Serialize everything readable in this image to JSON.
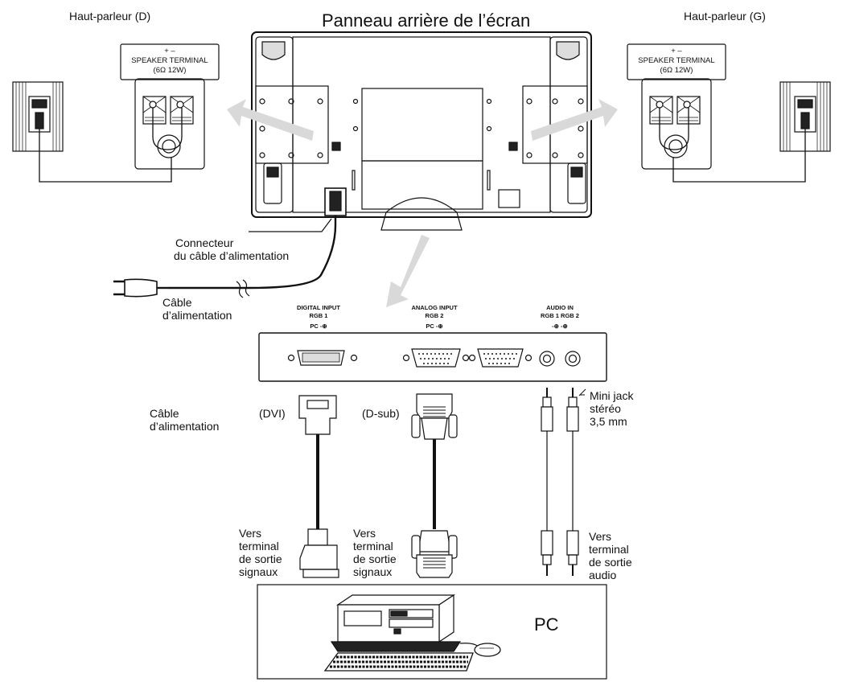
{
  "title": "Panneau arrière de l’écran",
  "speakers": {
    "right_label": "Haut-parleur (D)",
    "left_label": "Haut-parleur (G)",
    "terminal_polarity": "+  –",
    "terminal_name": "SPEAKER TERMINAL",
    "terminal_rating": "(6Ω 12W)"
  },
  "power": {
    "connector_label": [
      "Connecteur",
      "du câble d’alimentation"
    ],
    "cable_label": [
      "Câble",
      "d’alimentation"
    ]
  },
  "input_panel": {
    "digital": [
      "DIGITAL INPUT",
      "RGB 1",
      "PC -⊕"
    ],
    "analog": [
      "ANALOG INPUT",
      "RGB 2",
      "PC -⊕"
    ],
    "audio": [
      "AUDIO IN",
      "RGB 1  RGB 2",
      "-⊕    -⊕"
    ]
  },
  "cables": {
    "signal_cable_label": [
      "Câble",
      "d’alimentation"
    ],
    "dvi_label": "(DVI)",
    "dsub_label": "(D-sub)",
    "minijack_label": [
      "Mini jack",
      "stéréo",
      "3,5 mm"
    ],
    "to_signal_out_left": [
      "Vers",
      "terminal",
      "de sortie",
      "signaux"
    ],
    "to_signal_out_mid": [
      "Vers",
      "terminal",
      "de sortie",
      "signaux"
    ],
    "to_audio_out": [
      "Vers",
      "terminal",
      "de sortie",
      "audio"
    ]
  },
  "pc_label": "PC",
  "colors": {
    "line": "#111111",
    "arrow": "#d9d9d9",
    "fill_dark": "#222222"
  }
}
